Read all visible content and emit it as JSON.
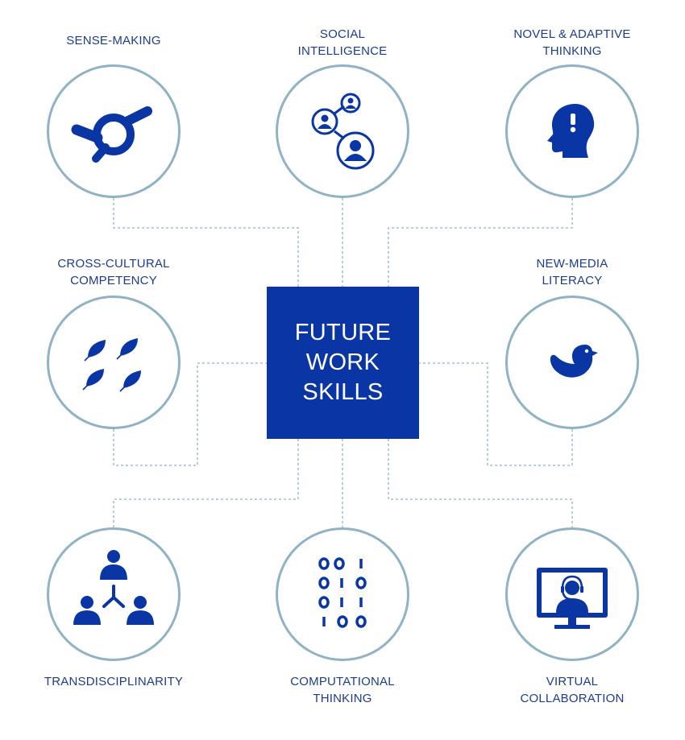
{
  "center": {
    "lines": [
      "FUTURE",
      "WORK",
      "SKILLS"
    ]
  },
  "colors": {
    "accent": "#0a35a5",
    "circle_border": "#8fb2c4",
    "label": "#1d3c8e",
    "connector": "#8fb2c4"
  },
  "skills": [
    {
      "lines": [
        "SENSE-MAKING"
      ],
      "icon": "knot-icon"
    },
    {
      "lines": [
        "SOCIAL",
        "INTELLIGENCE"
      ],
      "icon": "social-network-icon"
    },
    {
      "lines": [
        "NOVEL & ADAPTIVE",
        "THINKING"
      ],
      "icon": "head-exclamation-icon"
    },
    {
      "lines": [
        "CROSS-CULTURAL",
        "COMPETENCY"
      ],
      "icon": "leaves-icon"
    },
    {
      "lines": [
        "NEW-MEDIA",
        "LITERACY"
      ],
      "icon": "bird-icon"
    },
    {
      "lines": [
        "TRANSDISCIPLINARITY"
      ],
      "icon": "team-hierarchy-icon"
    },
    {
      "lines": [
        "COMPUTATIONAL",
        "THINKING"
      ],
      "icon": "binary-code-icon"
    },
    {
      "lines": [
        "VIRTUAL",
        "COLLABORATION"
      ],
      "icon": "monitor-headset-icon"
    }
  ]
}
